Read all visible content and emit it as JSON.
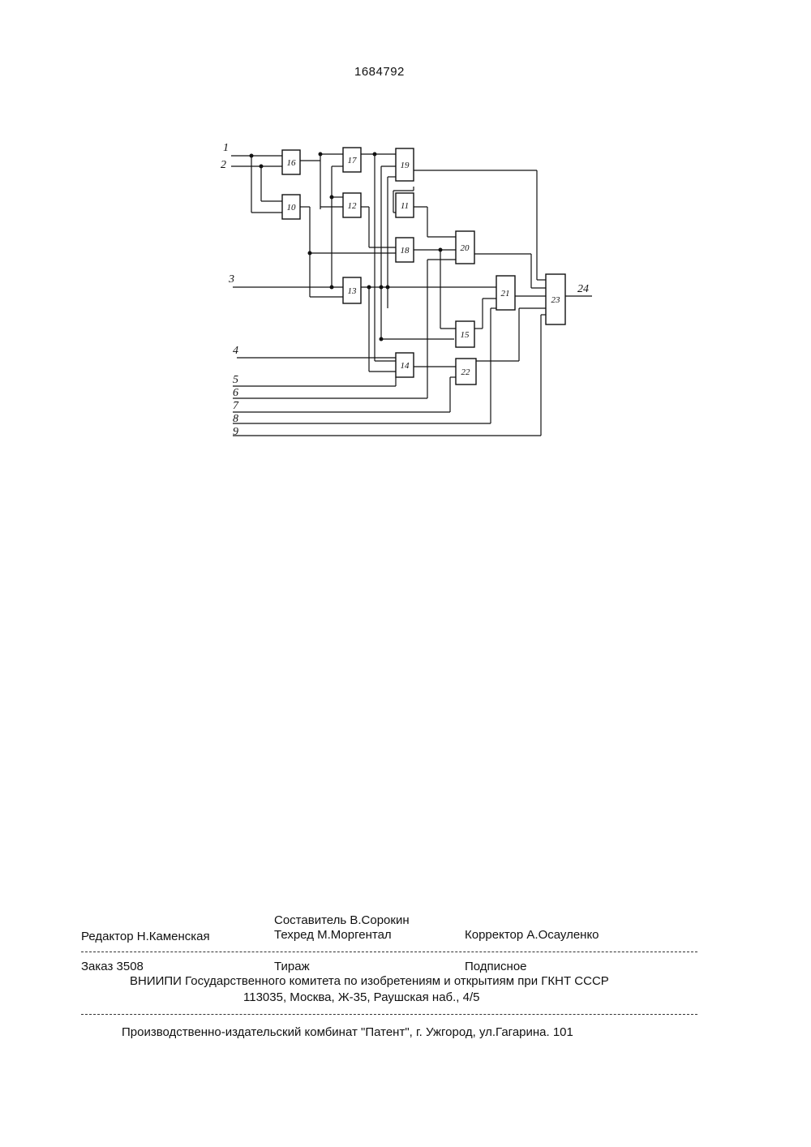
{
  "header": {
    "patent_number": "1684792"
  },
  "diagram": {
    "inputs": [
      "1",
      "2",
      "3",
      "4",
      "5",
      "6",
      "7",
      "8",
      "9"
    ],
    "output": "24",
    "blocks": [
      "16",
      "10",
      "17",
      "12",
      "19",
      "11",
      "18",
      "20",
      "13",
      "21",
      "23",
      "15",
      "14",
      "22"
    ]
  },
  "imprint": {
    "compiler": "Составитель  В.Сорокин",
    "editor": "Редактор  Н.Каменская",
    "techred": "Техред М.Моргентал",
    "corrector": "Корректор   А.Осауленко",
    "order": "Заказ  3508",
    "circulation": "Тираж",
    "subscription": "Подписное",
    "institute": "ВНИИПИ Государственного комитета по изобретениям и открытиям при ГКНТ СССР",
    "address": "113035, Москва, Ж-35, Раушская наб., 4/5",
    "publisher": "Производственно-издательский комбинат \"Патент\", г. Ужгород, ул.Гагарина. 101"
  }
}
